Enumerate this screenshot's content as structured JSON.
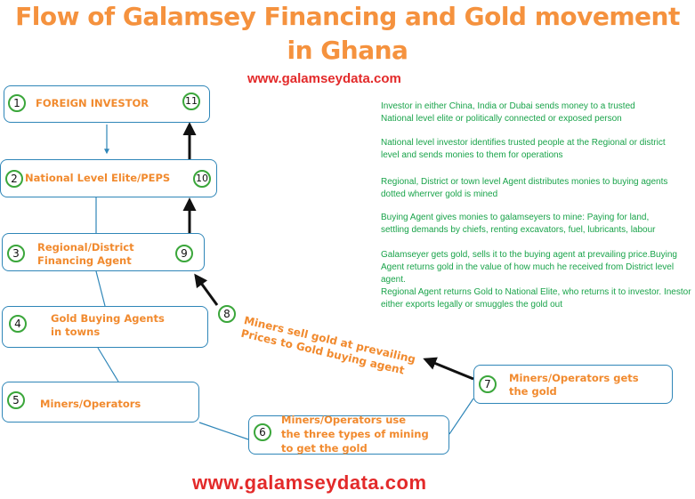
{
  "title": {
    "line1": "Flow of Galamsey Financing and Gold movement",
    "line2": "in Ghana"
  },
  "website_top": "www.galamseydata.com",
  "website_bottom": "www.galamseydata.com",
  "steps": {
    "s1": {
      "number": "1",
      "label": "FOREIGN INVESTOR"
    },
    "s11": {
      "number": "11"
    },
    "s2": {
      "number": "2",
      "label": "National Level Elite/PEPS"
    },
    "s10": {
      "number": "10"
    },
    "s3": {
      "number": "3",
      "label_line1": "Regional/District",
      "label_line2": "Financing Agent"
    },
    "s9": {
      "number": "9"
    },
    "s4": {
      "number": "4",
      "label_line1": "Gold Buying Agents",
      "label_line2": "in towns"
    },
    "s5": {
      "number": "5",
      "label": "Miners/Operators"
    },
    "s6": {
      "number": "6",
      "label_line1": "Miners/Operators use",
      "label_line2": "the three types of mining",
      "label_line3": "to get the gold"
    },
    "s7": {
      "number": "7",
      "label_line1": "Miners/Operators gets",
      "label_line2": "the gold"
    },
    "s8": {
      "number": "8",
      "label_line1": "Miners sell gold at prevailing",
      "label_line2": "Prices to Gold buying agent"
    }
  },
  "descriptions": [
    [
      "Investor in either China, India or Dubai sends money to a trusted",
      "National level elite or politically connected or exposed person"
    ],
    [
      "National level investor identifies trusted people at the Regional or district",
      "level and sends monies to them for operations"
    ],
    [
      "Regional, District or town level Agent distributes monies to buying agents",
      "dotted wherrver gold is mined"
    ],
    [
      "Buying Agent gives monies to galamseyers to mine: Paying for land,",
      "settling demands by chiefs, renting excavators, fuel, lubricants, labour"
    ],
    [
      "Galamseyer gets gold, sells it to the buying agent at prevailing price.Buying",
      "Agent returns gold in the value of how much he received from District level agent.",
      "Regional Agent returns Gold to National Elite, who returns it to investor. Inestor",
      "either exports legally or smuggles the gold out"
    ]
  ],
  "colors": {
    "title": "#f5923e",
    "label": "#f18a2e",
    "box_border": "#2f86b8",
    "circle_border": "#3aa63a",
    "description": "#19a34a",
    "website": "#e32a2a",
    "arrow": "#111111"
  }
}
